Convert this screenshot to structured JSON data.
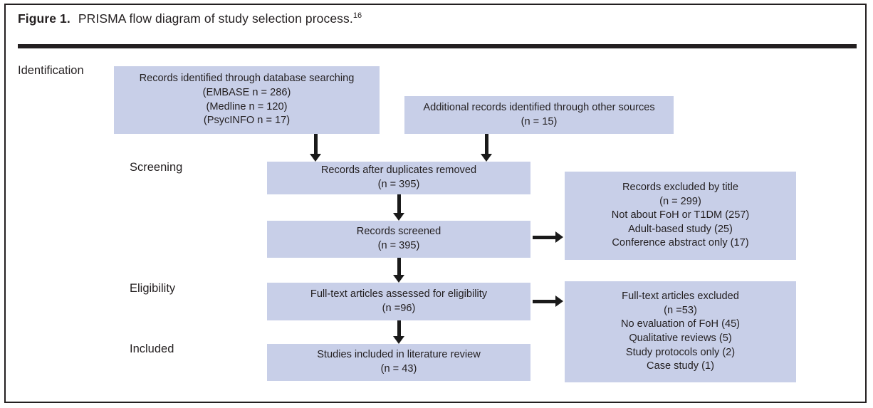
{
  "figure": {
    "label": "Figure 1.",
    "title": "PRISMA flow diagram of study selection process.",
    "ref": "16"
  },
  "stages": {
    "identification": "Identification",
    "screening": "Screening",
    "eligibility": "Eligibility",
    "included": "Included"
  },
  "boxes": {
    "identified": {
      "lines": [
        "Records identified through database searching",
        "(EMBASE n = 286)",
        "(Medline n = 120)",
        "(PsycINFO n = 17)"
      ]
    },
    "additional": {
      "lines": [
        "Additional records identified through other sources",
        "(n = 15)"
      ]
    },
    "duplicates_removed": {
      "lines": [
        "Records after duplicates removed",
        "(n = 395)"
      ]
    },
    "screened": {
      "lines": [
        "Records screened",
        "(n = 395)"
      ]
    },
    "excluded_by_title": {
      "lines": [
        "Records excluded by title",
        "(n = 299)",
        "Not about FoH or T1DM (257)",
        "Adult-based study (25)",
        "Conference abstract only (17)"
      ]
    },
    "fulltext_assessed": {
      "lines": [
        "Full-text articles assessed for eligibility",
        "(n =96)"
      ]
    },
    "fulltext_excluded": {
      "lines": [
        "Full-text articles excluded",
        "(n =53)",
        "No evaluation of FoH (45)",
        "Qualitative reviews (5)",
        "Study protocols only (2)",
        "Case study (1)"
      ]
    },
    "included_studies": {
      "lines": [
        "Studies included in literature review",
        "(n = 43)"
      ]
    }
  },
  "colors": {
    "box_fill": "#c8cfe8",
    "ink": "#231f20",
    "arrow": "#1a1a1a"
  }
}
